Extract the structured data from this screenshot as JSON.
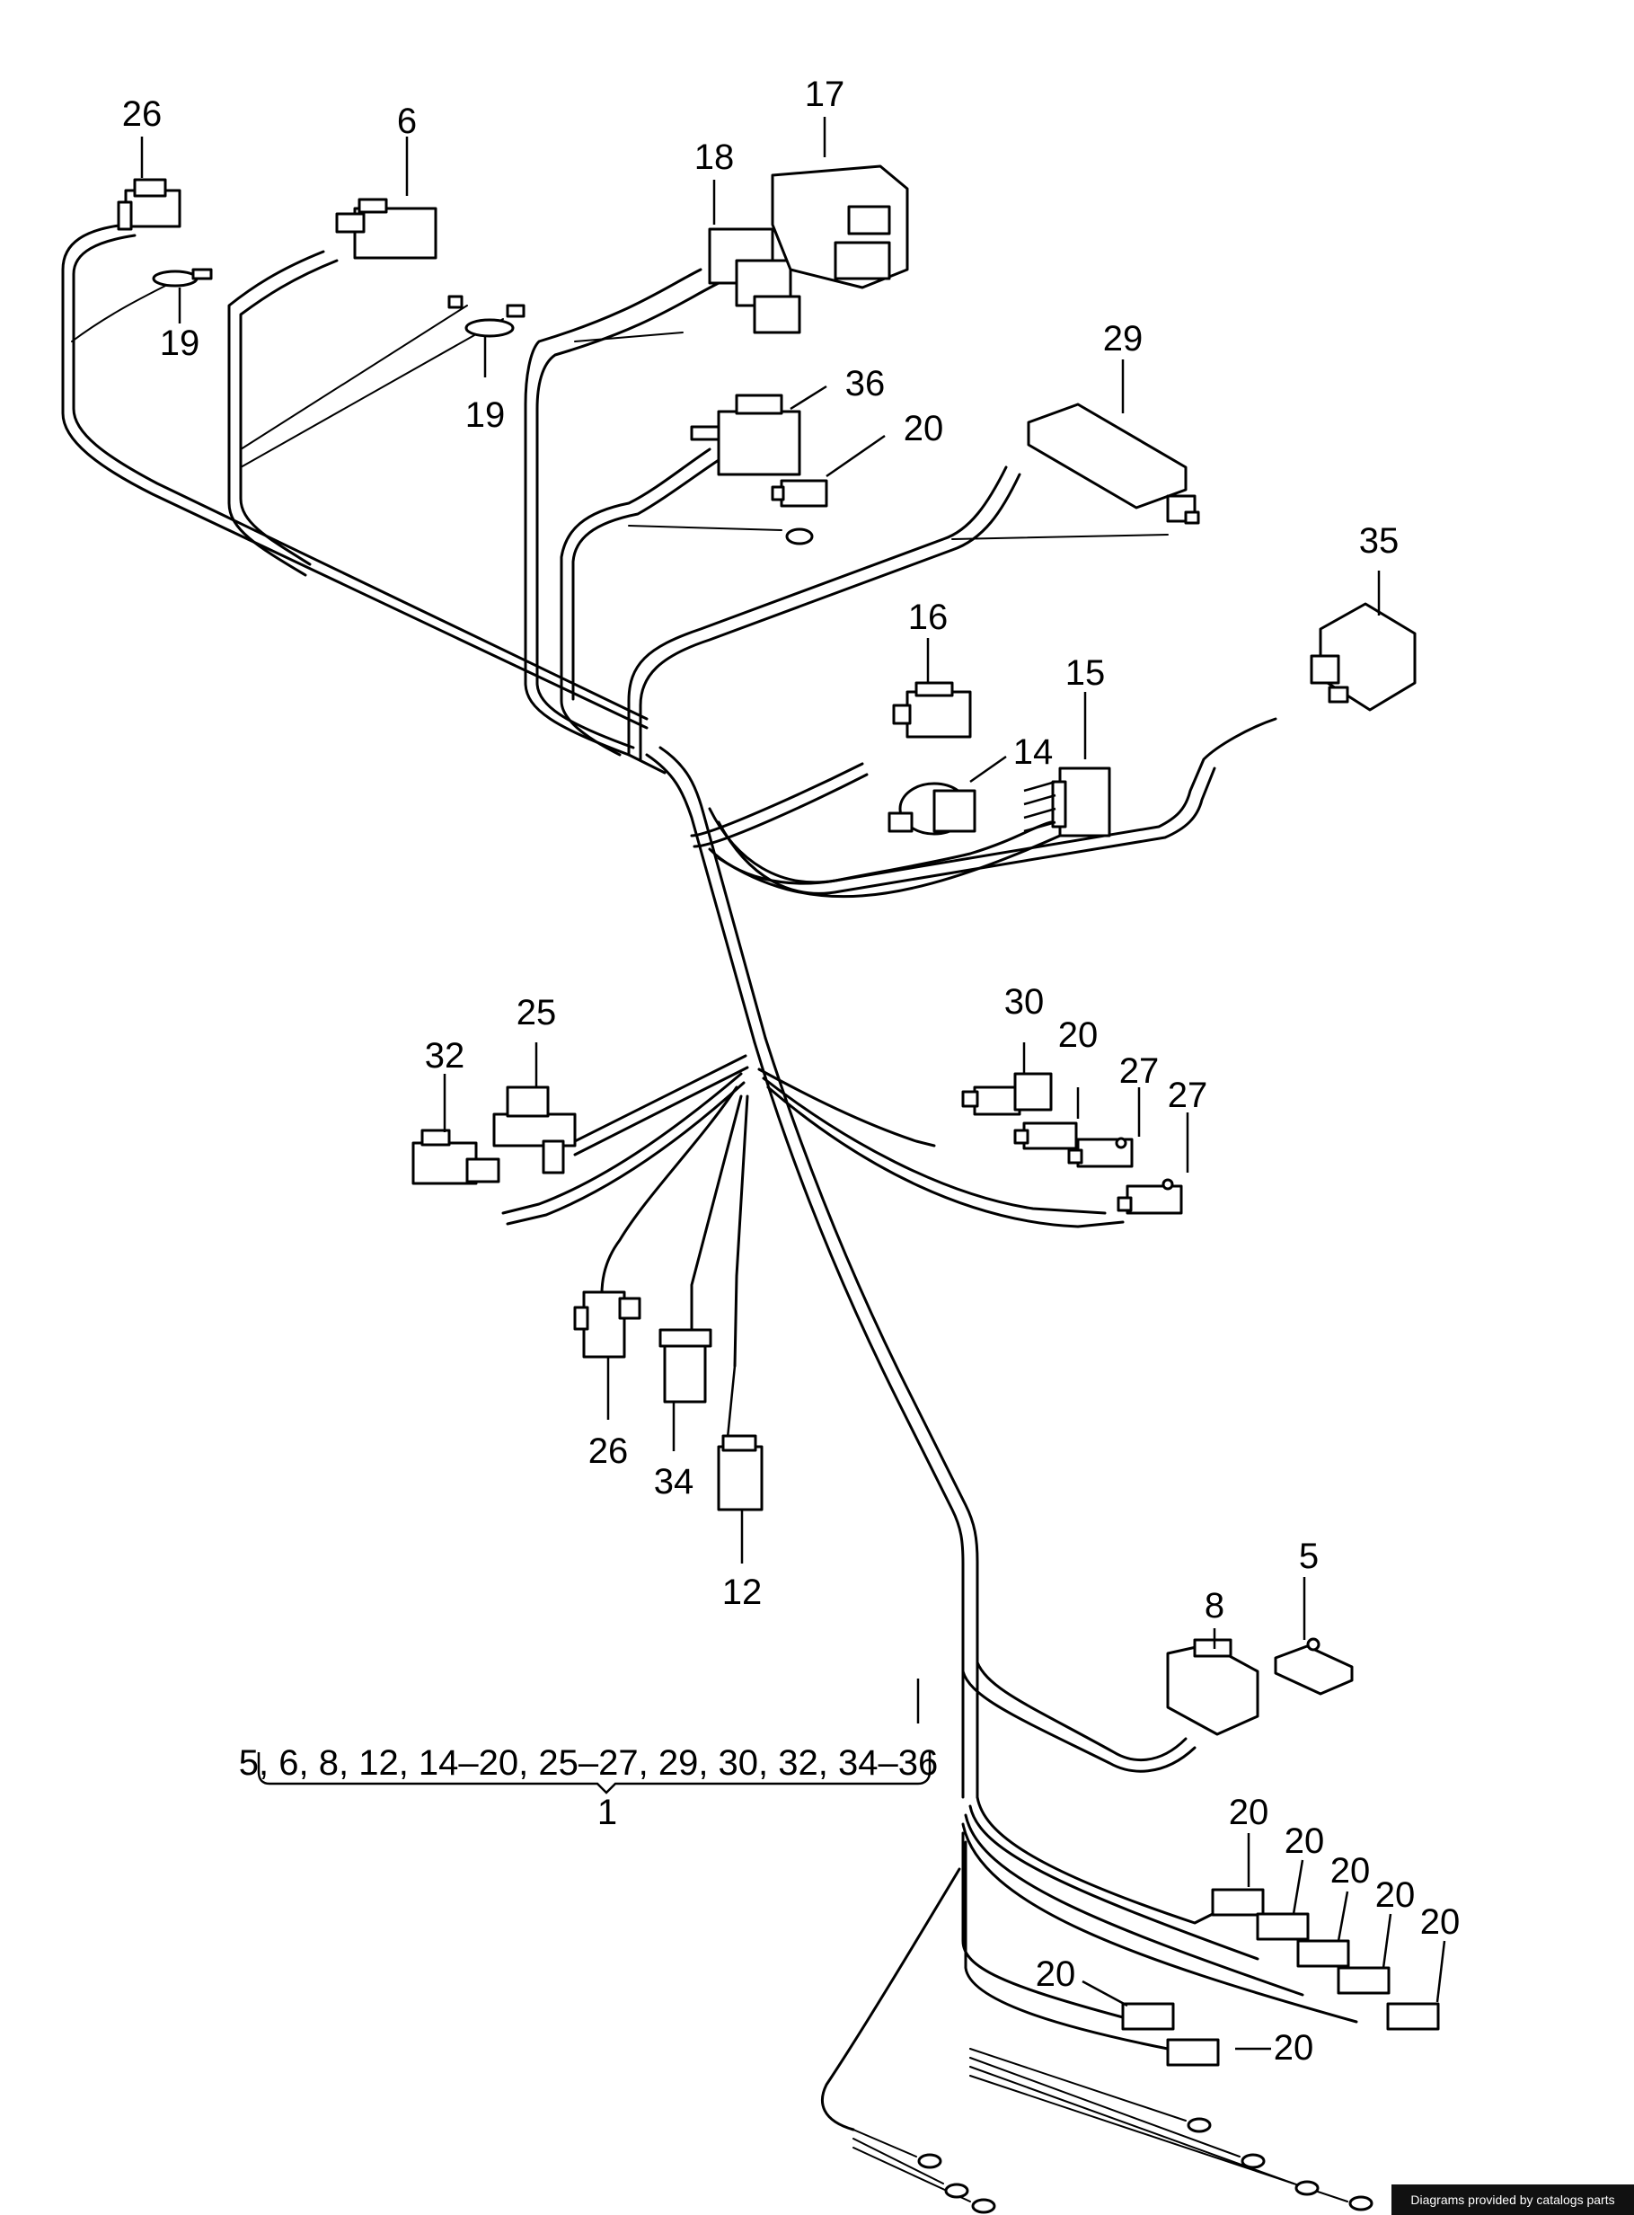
{
  "callouts": {
    "c26_top": "26",
    "c6": "6",
    "c17": "17",
    "c18": "18",
    "c19_a": "19",
    "c19_b": "19",
    "c29": "29",
    "c36": "36",
    "c20_top": "20",
    "c35": "35",
    "c16": "16",
    "c15": "15",
    "c14": "14",
    "c25": "25",
    "c32": "32",
    "c30": "30",
    "c20_mid": "20",
    "c27_a": "27",
    "c27_b": "27",
    "c26_bottom": "26",
    "c34": "34",
    "c12": "12",
    "c5": "5",
    "c8": "8",
    "c20_r1": "20",
    "c20_r2": "20",
    "c20_r3": "20",
    "c20_r4": "20",
    "c20_r5": "20",
    "c20_l1": "20",
    "c20_l2": "20",
    "c1": "1"
  },
  "bracket": {
    "contents": "5, 6, 8, 12, 14–20, 25–27, 29, 30, 32, 34–36"
  },
  "credit": "Diagrams provided by catalogs parts",
  "colors": {
    "ink": "#000000",
    "paper": "#ffffff",
    "banner": "#111111"
  }
}
